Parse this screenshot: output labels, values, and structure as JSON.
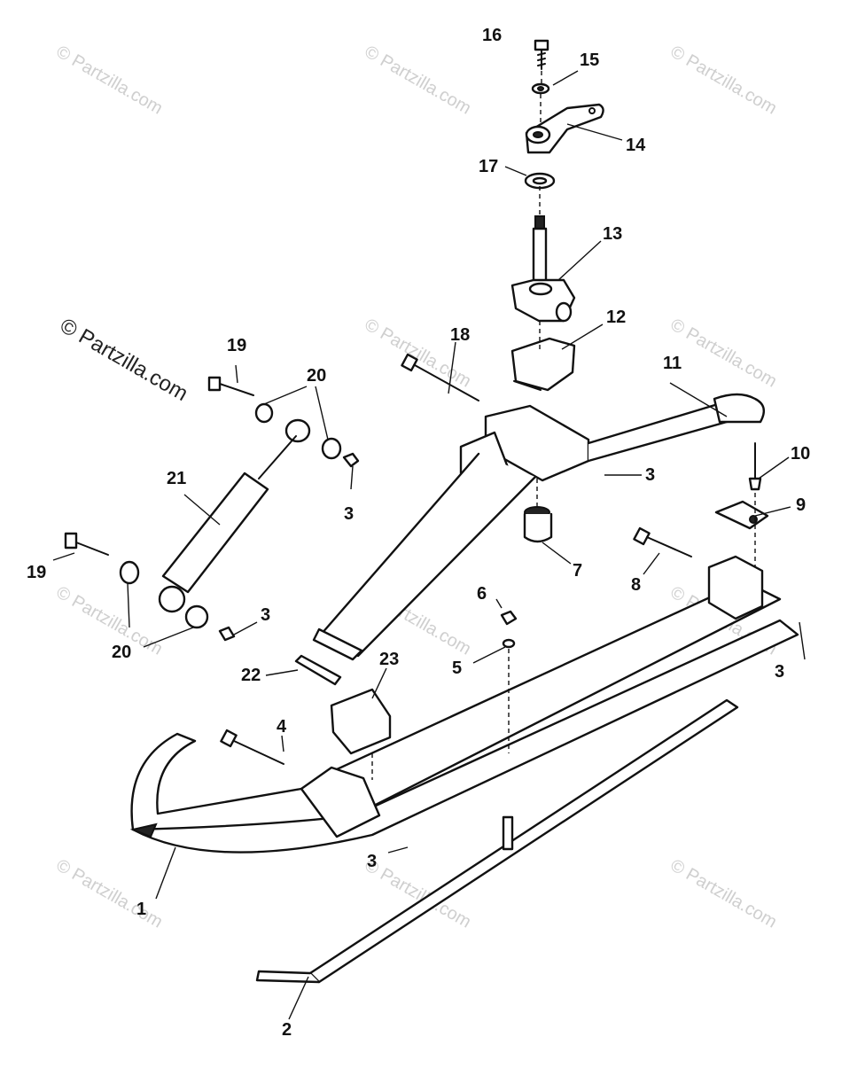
{
  "watermark": {
    "text": "© Partzilla.com",
    "main_text": "© Partzilla.com"
  },
  "callouts": {
    "c1": "1",
    "c2": "2",
    "c3a": "3",
    "c3b": "3",
    "c3c": "3",
    "c3d": "3",
    "c3e": "3",
    "c4": "4",
    "c5": "5",
    "c6": "6",
    "c7": "7",
    "c8": "8",
    "c9": "9",
    "c10": "10",
    "c11": "11",
    "c12": "12",
    "c13": "13",
    "c14": "14",
    "c15": "15",
    "c16": "16",
    "c17": "17",
    "c18": "18",
    "c19a": "19",
    "c19b": "19",
    "c20a": "20",
    "c20b": "20",
    "c21": "21",
    "c22": "22",
    "c23": "23"
  },
  "colors": {
    "ink": "#111111",
    "watermark": "#cfcfcf"
  }
}
